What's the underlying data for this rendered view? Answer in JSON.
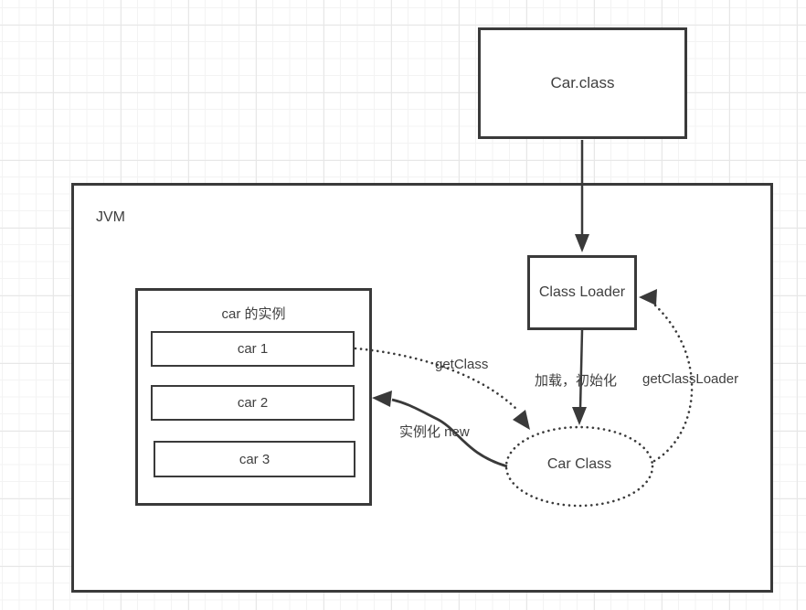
{
  "nodes": {
    "car_class_file": "Car.class",
    "jvm": "JVM",
    "class_loader": "Class Loader",
    "instances_title": "car 的实例",
    "car1": "car 1",
    "car2": "car 2",
    "car3": "car 3",
    "car_class_object": "Car Class"
  },
  "edge_labels": {
    "get_class": "getClass",
    "load_init": "加载，初始化",
    "get_class_loader": "getClassLoader",
    "instantiate": "实例化 new"
  },
  "colors": {
    "stroke": "#3a3a3a",
    "text": "#3f3f3f",
    "grid_minor": "#f3f3f3",
    "grid_major": "#e7e7e7",
    "background": "#ffffff"
  }
}
